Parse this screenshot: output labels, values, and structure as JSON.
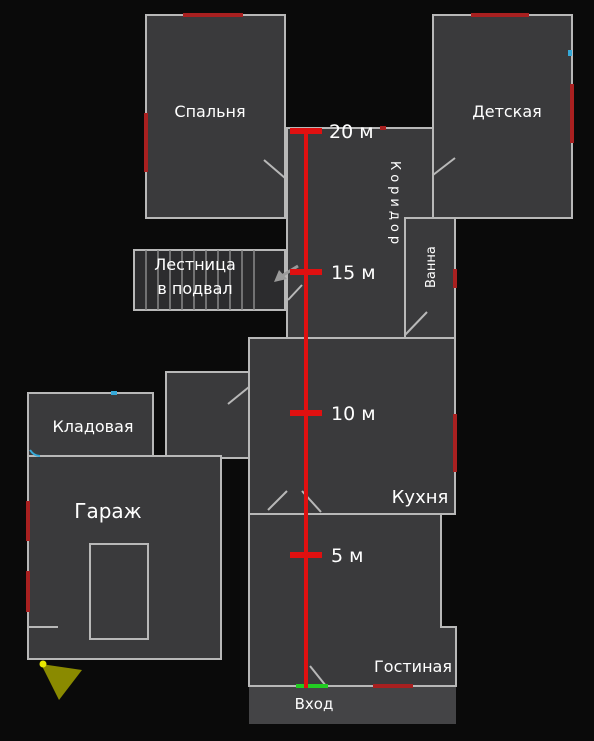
{
  "rooms": {
    "bedroom": "Спальня",
    "kids_room": "Детская",
    "corridor": "Коридор",
    "bath": "Ванна",
    "stairs": "Лестница",
    "stairs_2": "в подвал",
    "storage": "Кладовая",
    "garage": "Гараж",
    "kitchen": "Кухня",
    "living": "Гостиная",
    "entrance": "Вход"
  },
  "scale_marks": [
    "5 м",
    "10 м",
    "15 м",
    "20 м"
  ],
  "colors": {
    "measure_line": "#e01010",
    "window": "#a82020",
    "entrance_door": "#22cc22",
    "camera_cone": "#8a8a00",
    "camera_dot": "#e8e800",
    "sensor": "#35a9d9"
  }
}
